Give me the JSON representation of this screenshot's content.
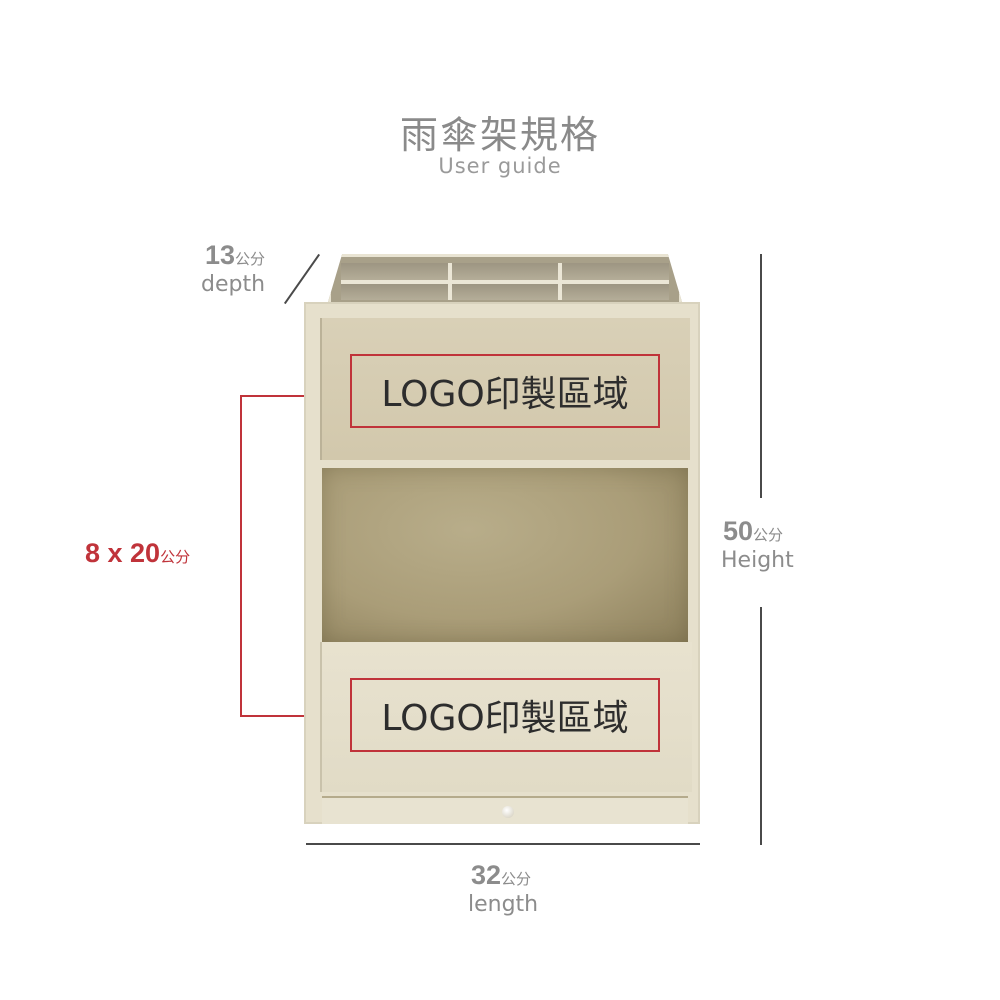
{
  "header": {
    "title": "雨傘架規格",
    "subtitle": "User guide"
  },
  "dimensions": {
    "depth": {
      "value": "13",
      "unit": "公分",
      "label": "depth"
    },
    "height": {
      "value": "50",
      "unit": "公分",
      "label": "Height"
    },
    "length": {
      "value": "32",
      "unit": "公分",
      "label": "length"
    },
    "logo_area": {
      "value": "8 x 20",
      "unit": "公分"
    }
  },
  "product": {
    "logo_area_top_label": "LOGO印製區域",
    "logo_area_bottom_label": "LOGO印製區域",
    "rack_cells": 6
  },
  "colors": {
    "accent_red": "#c0333a",
    "label_gray": "#8c8c8c",
    "line_dark": "#4a4a4a",
    "stand_beige": "#e6e0cc"
  }
}
